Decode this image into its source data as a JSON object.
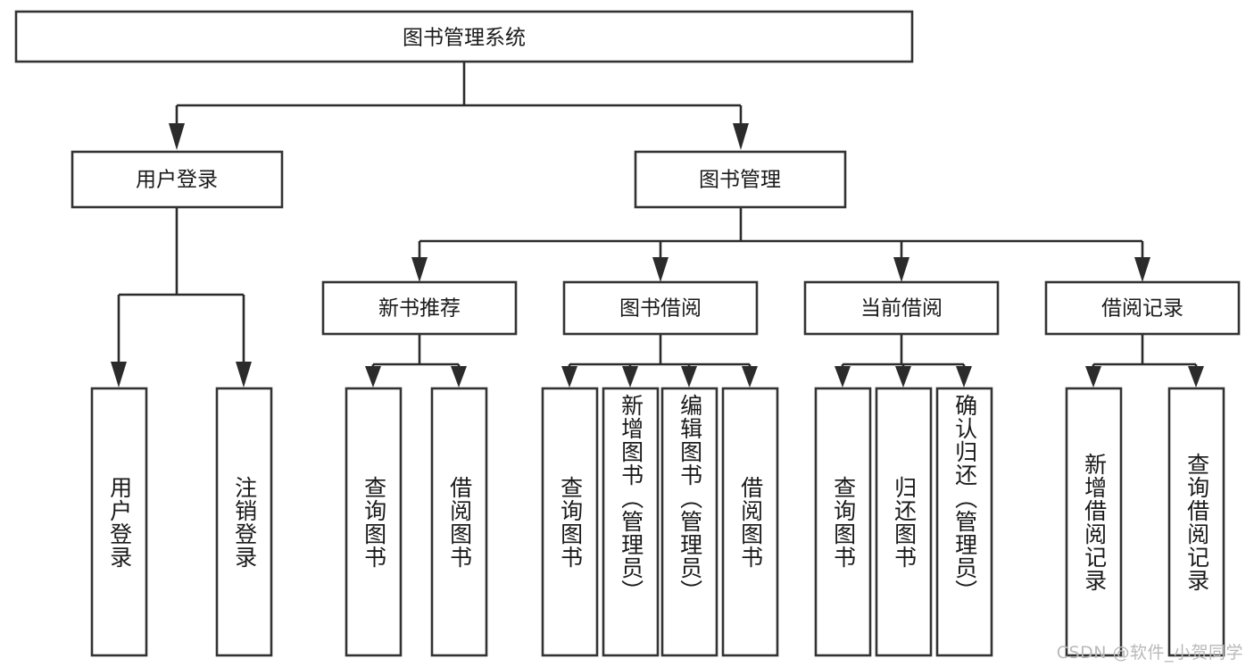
{
  "diagram": {
    "title": "图书管理系统",
    "type": "hierarchy-tree",
    "orientation": "top-down",
    "levels": 4,
    "colors": {
      "node_fill": "#ffffff",
      "node_stroke": "#333333",
      "connector": "#2b2b2b",
      "text": "#1a1a1a",
      "watermark": "#b9b9b9",
      "background": "#ffffff"
    },
    "root": {
      "id": "root",
      "label": "图书管理系统",
      "text_direction": "horizontal"
    },
    "level2": [
      {
        "id": "user-login",
        "label": "用户登录",
        "text_direction": "horizontal"
      },
      {
        "id": "book-management",
        "label": "图书管理",
        "text_direction": "horizontal"
      }
    ],
    "level3": [
      {
        "id": "new-book-recommend",
        "label": "新书推荐",
        "parent": "book-management",
        "text_direction": "horizontal"
      },
      {
        "id": "book-borrow",
        "label": "图书借阅",
        "parent": "book-management",
        "text_direction": "horizontal"
      },
      {
        "id": "current-borrow",
        "label": "当前借阅",
        "parent": "book-management",
        "text_direction": "horizontal"
      },
      {
        "id": "borrow-record",
        "label": "借阅记录",
        "parent": "book-management",
        "text_direction": "horizontal"
      }
    ],
    "leaves": [
      {
        "id": "leaf-user-login",
        "label": "用户登录",
        "parent": "user-login",
        "text_direction": "vertical"
      },
      {
        "id": "leaf-logout",
        "label": "注销登录",
        "parent": "user-login",
        "text_direction": "vertical"
      },
      {
        "id": "leaf-query-book-1",
        "label": "查询图书",
        "parent": "new-book-recommend",
        "text_direction": "vertical"
      },
      {
        "id": "leaf-borrow-book-1",
        "label": "借阅图书",
        "parent": "new-book-recommend",
        "text_direction": "vertical"
      },
      {
        "id": "leaf-query-book-2",
        "label": "查询图书",
        "parent": "book-borrow",
        "text_direction": "vertical"
      },
      {
        "id": "leaf-add-book",
        "label": "新增图书（管理员）",
        "parent": "book-borrow",
        "text_direction": "vertical"
      },
      {
        "id": "leaf-edit-book",
        "label": "编辑图书（管理员）",
        "parent": "book-borrow",
        "text_direction": "vertical"
      },
      {
        "id": "leaf-borrow-book-2",
        "label": "借阅图书",
        "parent": "book-borrow",
        "text_direction": "vertical"
      },
      {
        "id": "leaf-query-book-3",
        "label": "查询图书",
        "parent": "current-borrow",
        "text_direction": "vertical"
      },
      {
        "id": "leaf-return-book",
        "label": "归还图书",
        "parent": "current-borrow",
        "text_direction": "vertical"
      },
      {
        "id": "leaf-confirm-return",
        "label": "确认归还（管理员）",
        "parent": "current-borrow",
        "text_direction": "vertical"
      },
      {
        "id": "leaf-add-record",
        "label": "新增借阅记录",
        "parent": "borrow-record",
        "text_direction": "vertical"
      },
      {
        "id": "leaf-query-record",
        "label": "查询借阅记录",
        "parent": "borrow-record",
        "text_direction": "vertical"
      }
    ]
  },
  "watermark": {
    "text": "CSDN @软件_小贺同学"
  }
}
